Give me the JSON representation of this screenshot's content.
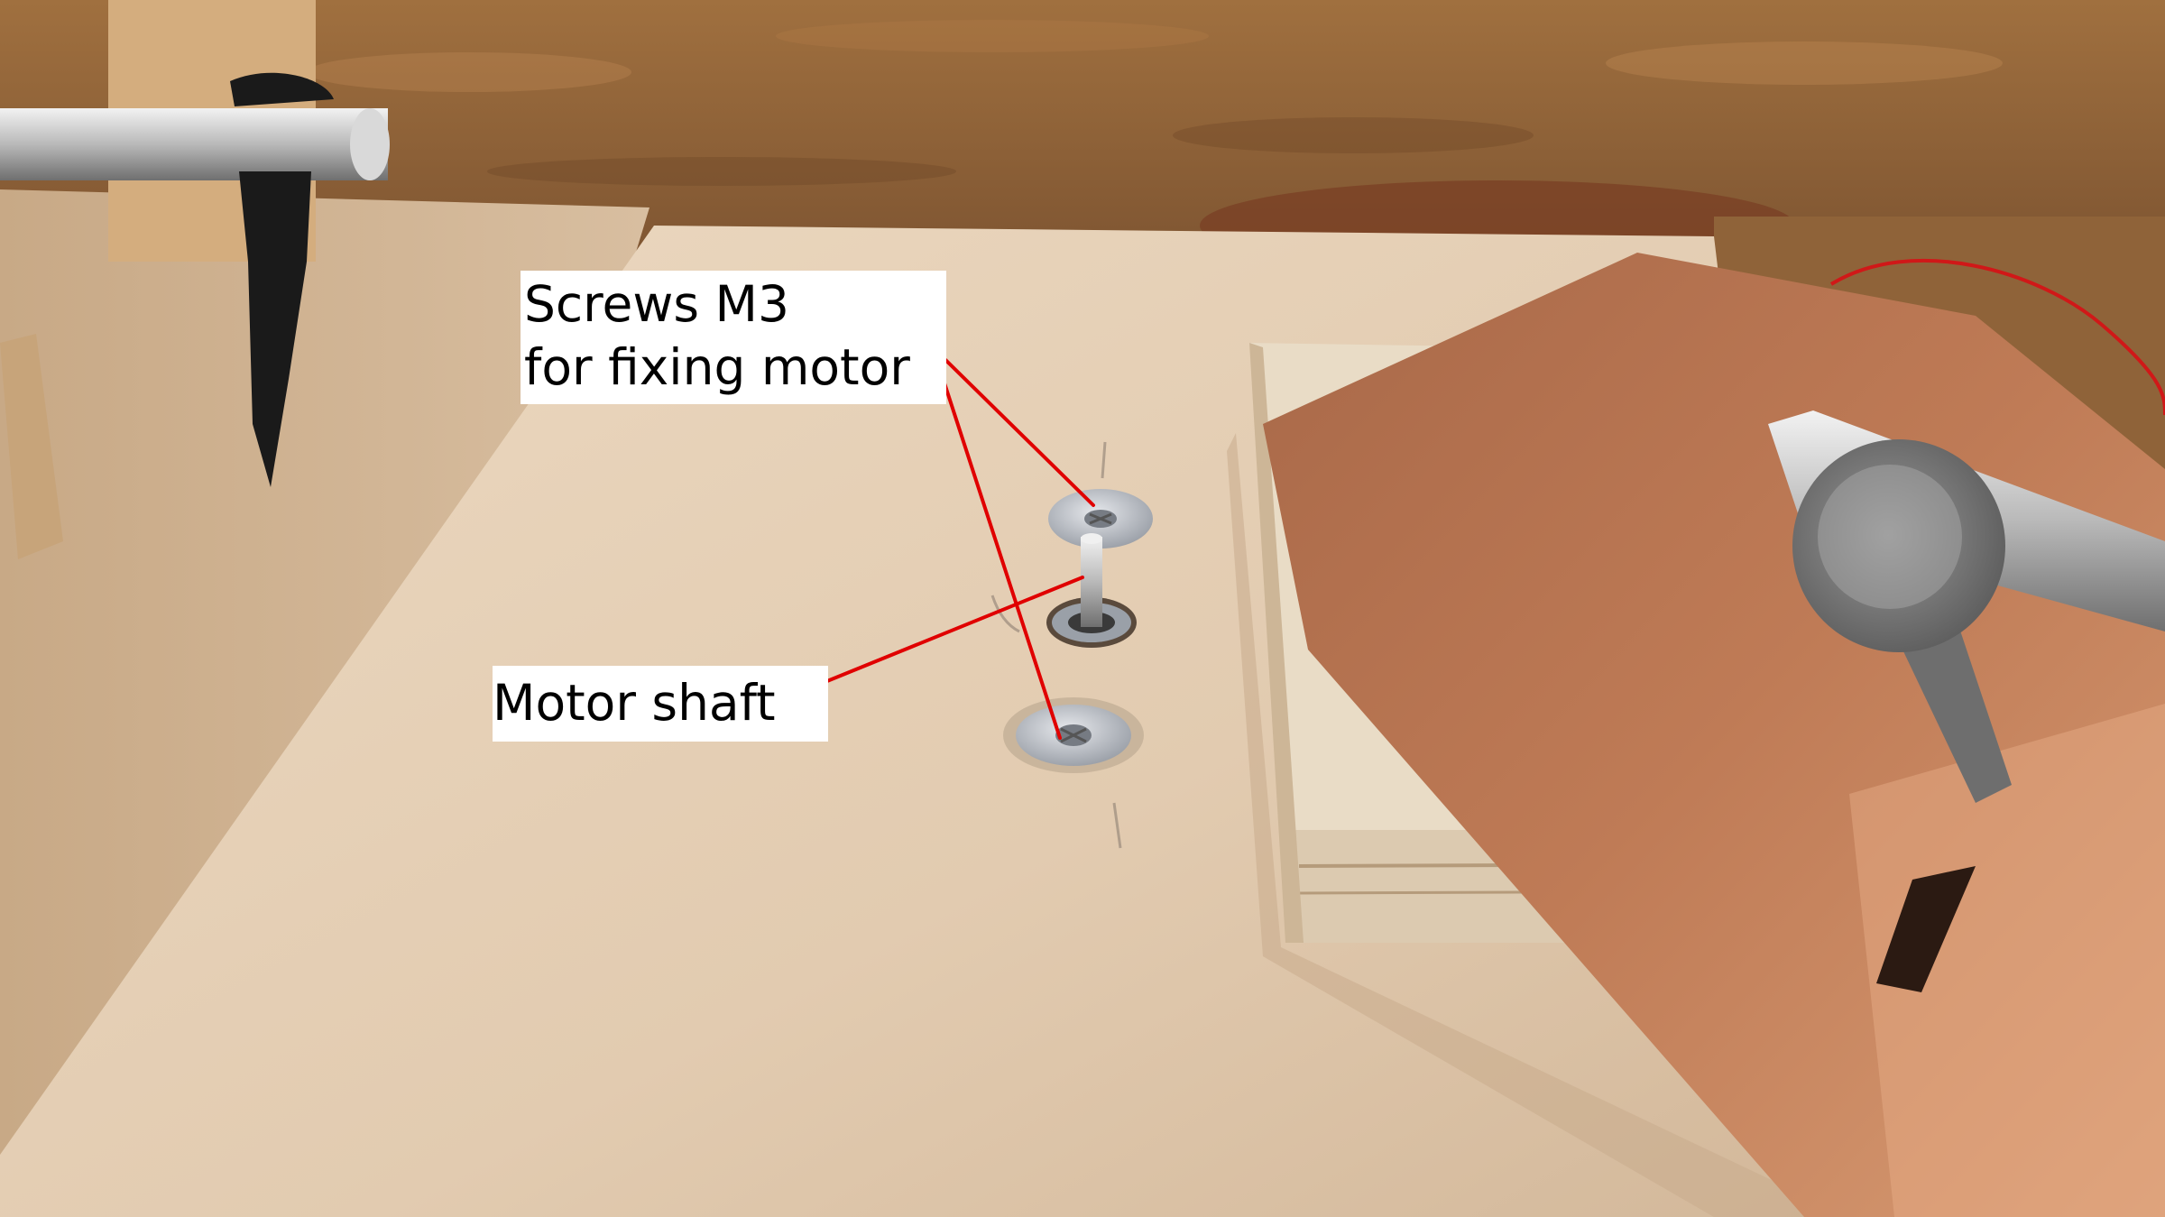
{
  "photo": {
    "subject": "motor-mount-board-with-copper-sheet",
    "colors": {
      "osb_wall": "#9a6a3e",
      "board": "#e6d0b6",
      "board_shadow": "#c9ab8c",
      "copper": "#b8734f",
      "washer": "#c8ccd2",
      "annotation_red": "#e00000",
      "label_bg": "#ffffff"
    }
  },
  "annotations": {
    "screws_label": "Screws M3\nfor fixing motor",
    "shaft_label": "Motor shaft"
  }
}
